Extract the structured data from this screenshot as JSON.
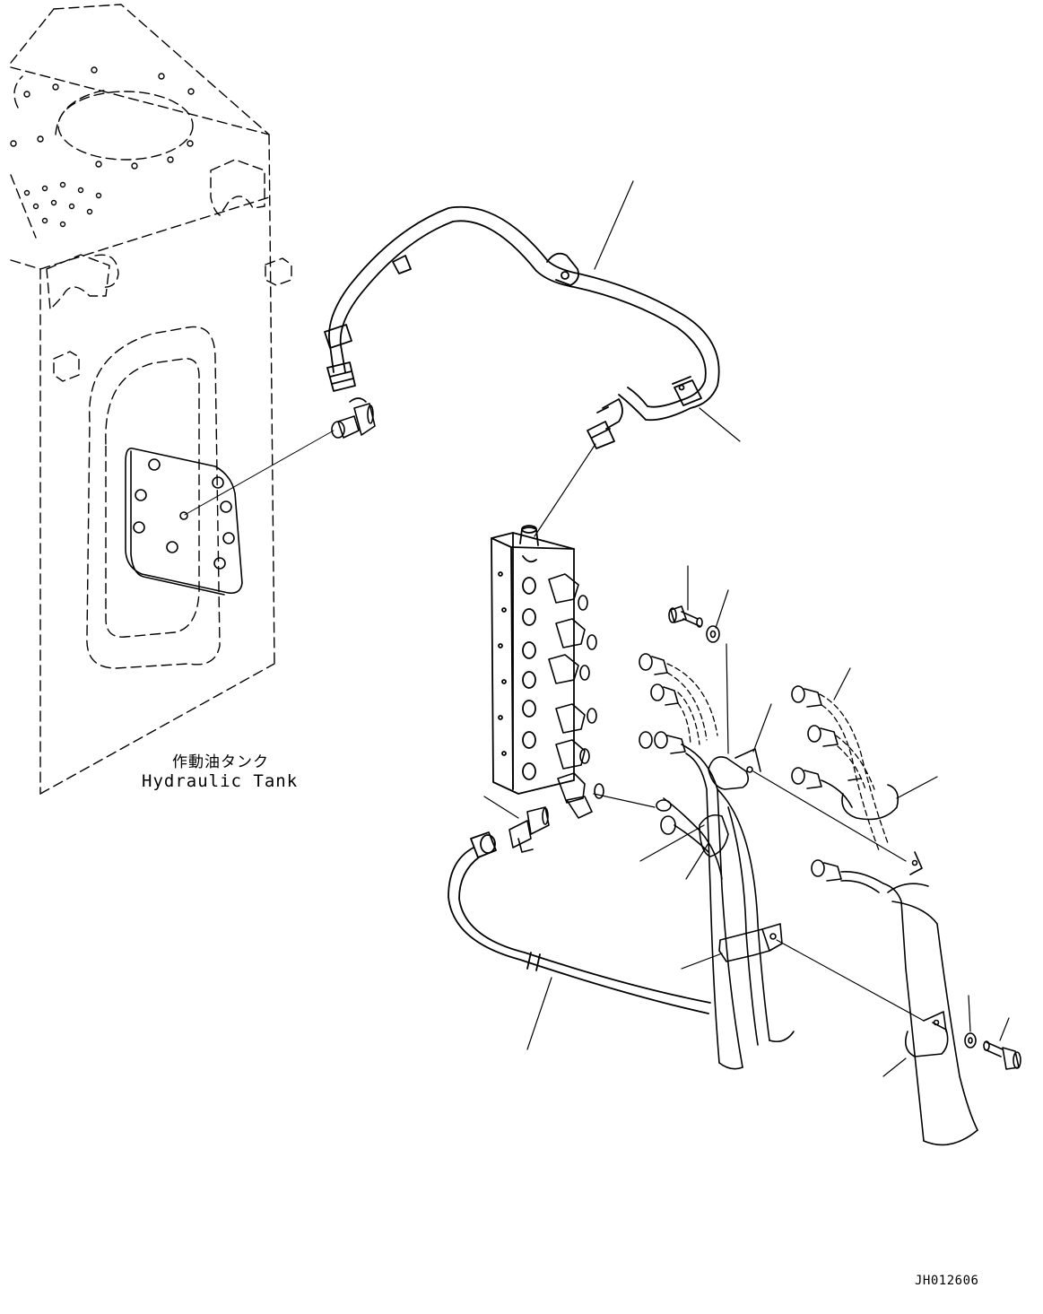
{
  "labels": {
    "tank_japanese": "作動油タンク",
    "tank_english": "Hydraulic Tank"
  },
  "drawing_code": "JH012606",
  "colors": {
    "ink": "#000000",
    "paper": "#ffffff"
  }
}
